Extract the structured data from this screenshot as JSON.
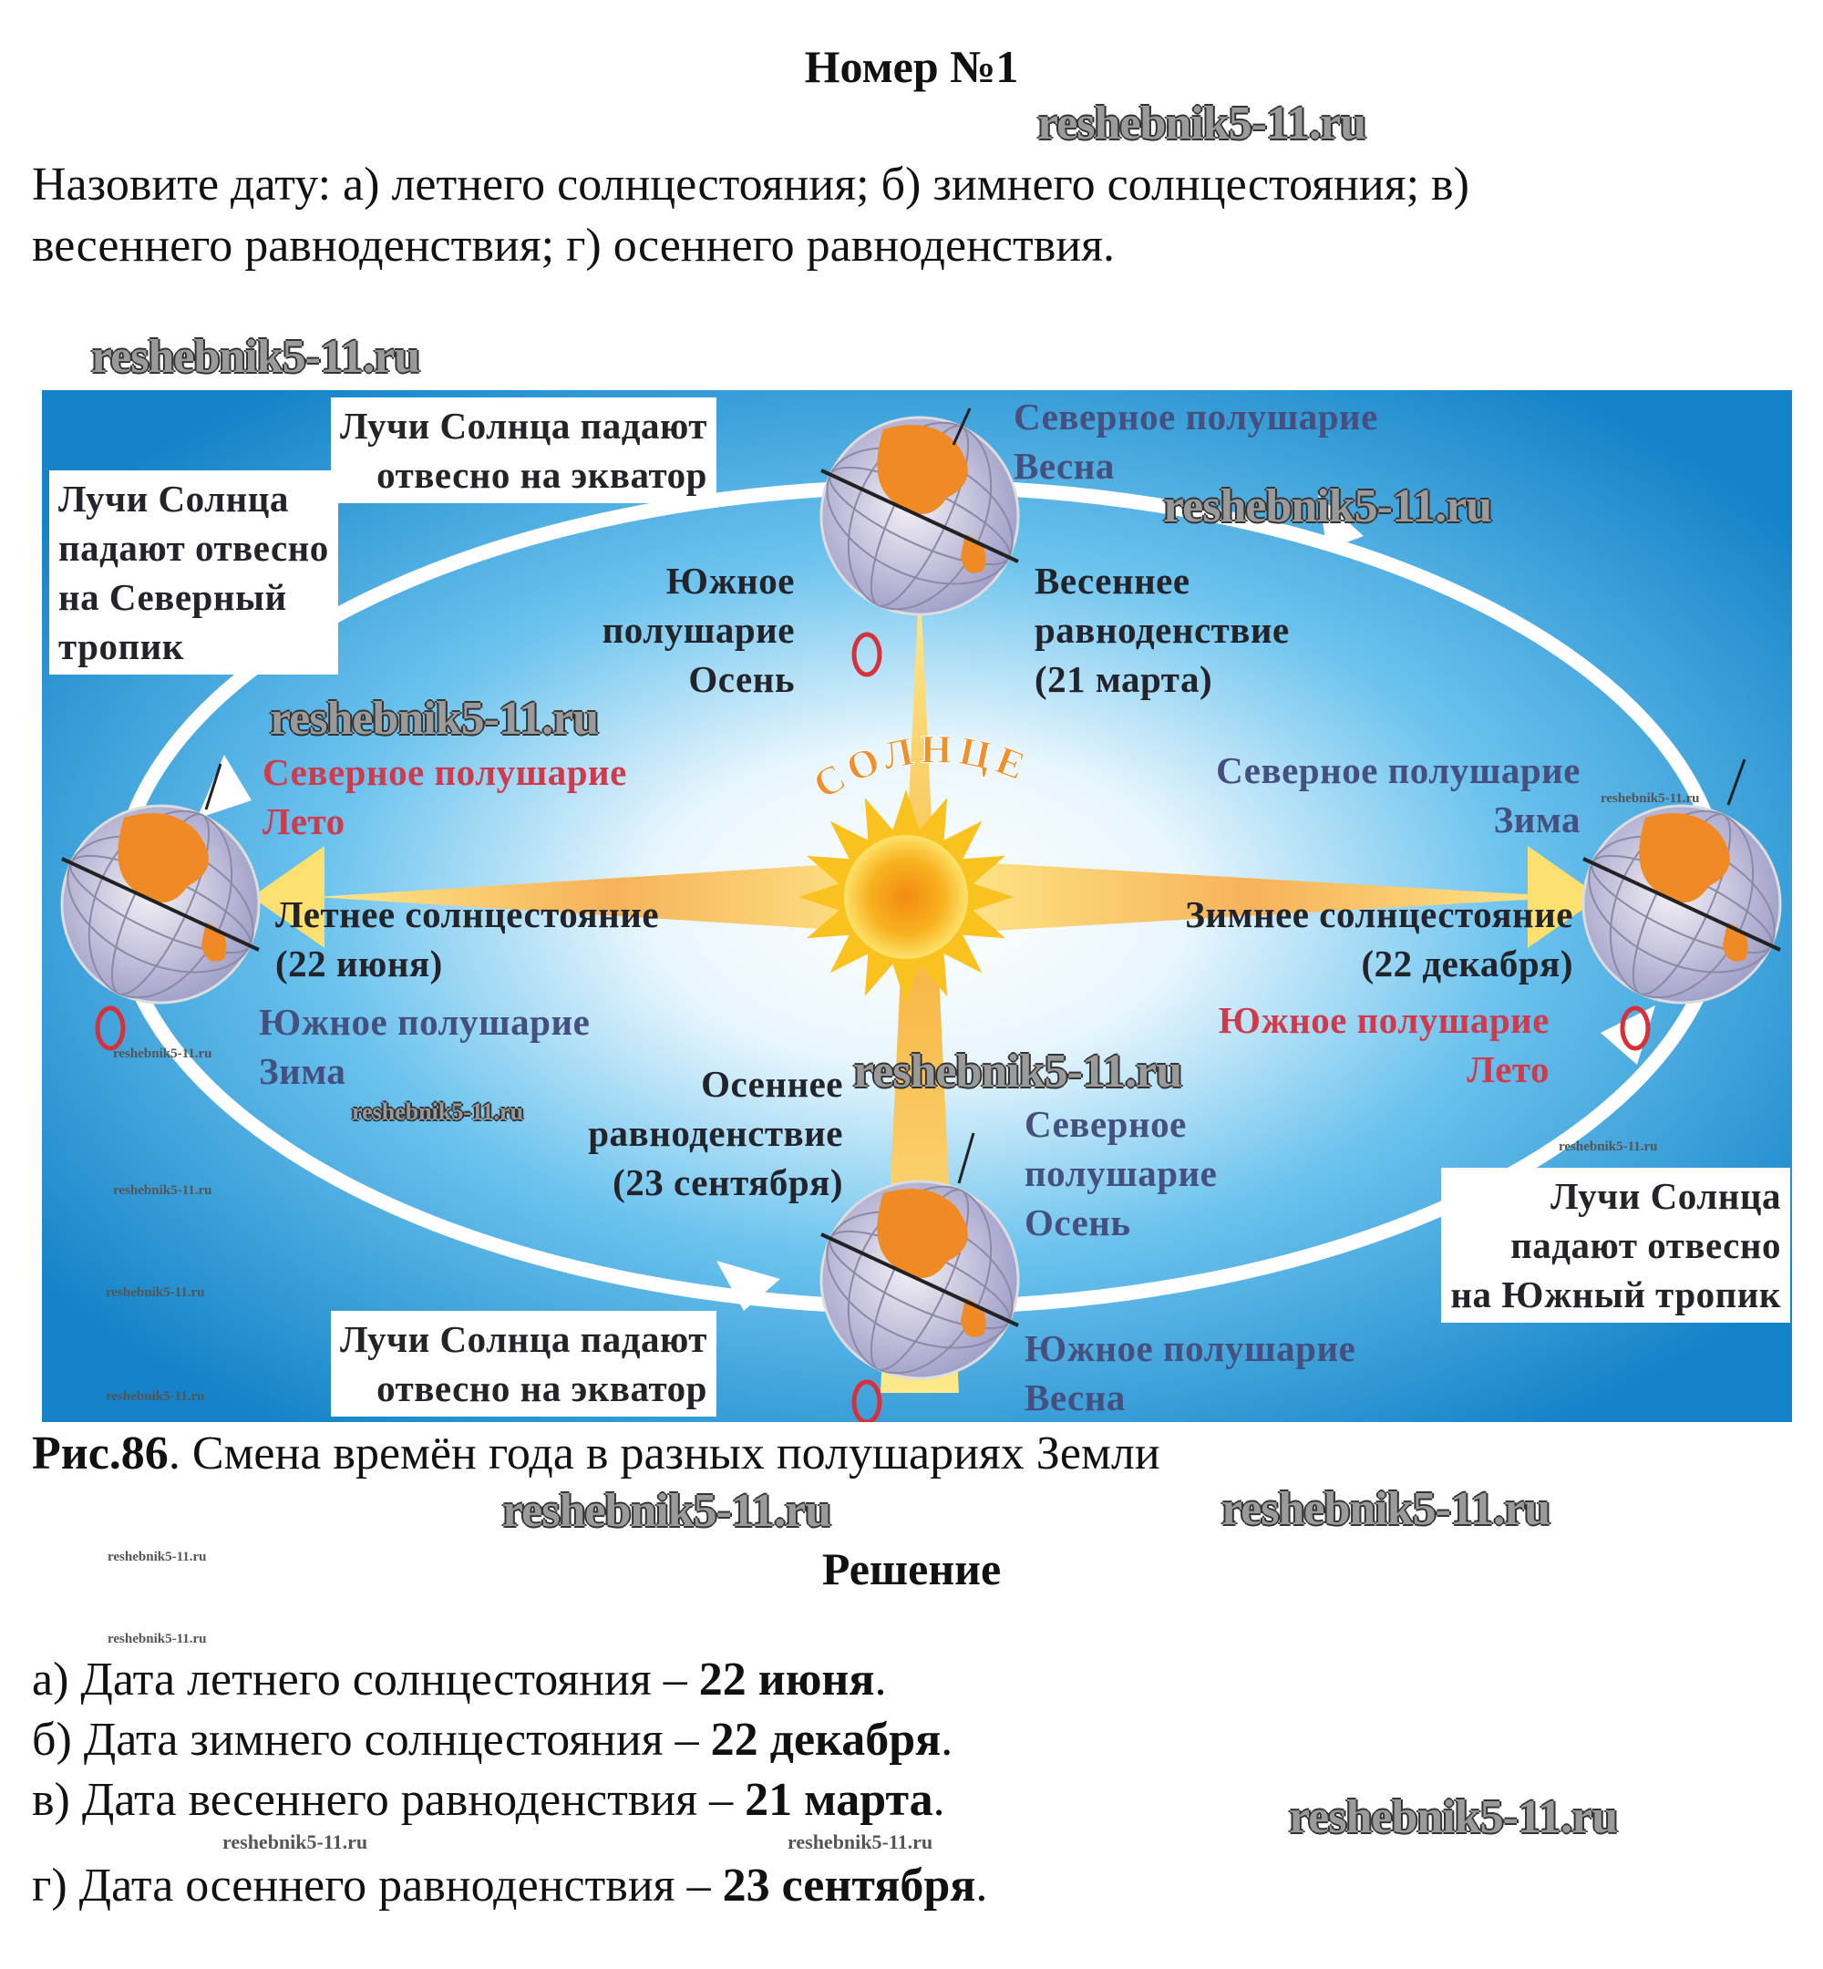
{
  "page_title": "Номер №1",
  "question": {
    "line1": "Назовите дату: а) летнего солнцестояния; б) зимнего солнцестояния; в)",
    "line2": "весеннего равноденствия; г) осеннего равноденствия."
  },
  "diagram": {
    "top_box": [
      "Лучи Солнца падают",
      "отвесно на экватор"
    ],
    "left_box": [
      "Лучи Солнца",
      "падают отвесно",
      "на Северный",
      "тропик"
    ],
    "north_spring": [
      "Северное полушарие",
      "Весна"
    ],
    "south_autumn": [
      "Южное",
      "полушарие",
      "Осень"
    ],
    "spring_equinox": [
      "Весеннее",
      "равноденствие",
      "(21 марта)"
    ],
    "north_summer": [
      "Северное полушарие",
      "Лето"
    ],
    "sun_label": "СОЛНЦЕ",
    "north_winter": [
      "Северное полушарие",
      "Зима"
    ],
    "summer_solstice": [
      "Летнее солнцестояние",
      "(22 июня)"
    ],
    "winter_solstice": [
      "Зимнее солнцестояние",
      "(22 декабря)"
    ],
    "south_winter": [
      "Южное полушарие",
      "Зима"
    ],
    "south_summer": [
      "Южное полушарие",
      "Лето"
    ],
    "autumn_equinox": [
      "Осеннее",
      "равноденствие",
      "(23 сентября)"
    ],
    "north_autumn": [
      "Северное",
      "полушарие",
      "Осень"
    ],
    "right_box": [
      "Лучи Солнца",
      "падают отвесно",
      "на Южный тропик"
    ],
    "bottom_box": [
      "Лучи Солнца падают",
      "отвесно на экватор"
    ],
    "south_spring": [
      "Южное полушарие",
      "Весна"
    ]
  },
  "caption": {
    "bold": "Рис.86",
    "text": ". Смена времён года в разных полушариях Земли"
  },
  "solution_title": "Решение",
  "answers": [
    {
      "text": "а) Дата летнего солнцестояния – ",
      "bold": "22 июня",
      "end": "."
    },
    {
      "text": "б) Дата зимнего солнцестояния – ",
      "bold": "22 декабря",
      "end": "."
    },
    {
      "text": "в) Дата весеннего равноденствия – ",
      "bold": "21 марта",
      "end": "."
    },
    {
      "text": "г) Дата осеннего равноденствия – ",
      "bold": "23 сентября",
      "end": "."
    }
  ],
  "watermark": "reshebnik5-11.ru",
  "colors": {
    "sky": "#1e9ad8",
    "sun": "#f7a21b",
    "red_text": "#cf3a4c",
    "blue_text": "#45507e"
  }
}
